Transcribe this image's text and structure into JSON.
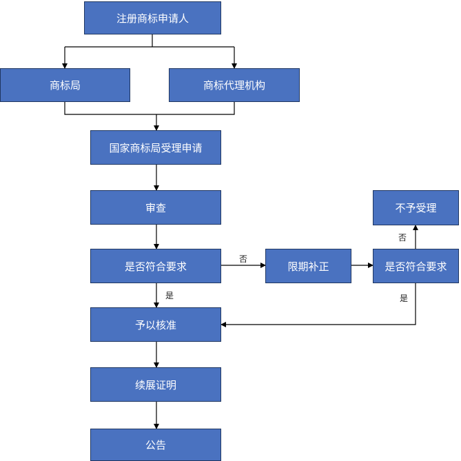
{
  "diagram": {
    "nodes": {
      "applicant": "注册商标申请人",
      "trademark_office": "商标局",
      "trademark_agency": "商标代理机构",
      "accept_application": "国家商标局受理申请",
      "review": "审查",
      "meets_requirements": "是否符合要求",
      "correction_deadline": "限期补正",
      "meets_requirements_after_correction": "是否符合要求",
      "not_accepted": "不予受理",
      "approved": "予以核准",
      "renewal_certificate": "续展证明",
      "announcement": "公告"
    },
    "edge_labels": {
      "no_to_correction": "否",
      "yes_to_approved": "是",
      "no_to_not_accepted": "否",
      "yes_back_to_approved": "是"
    }
  },
  "colors": {
    "node_fill": "#4a72c0",
    "node_border": "#1f3660",
    "node_text": "#ffffff",
    "connector": "#000000"
  }
}
